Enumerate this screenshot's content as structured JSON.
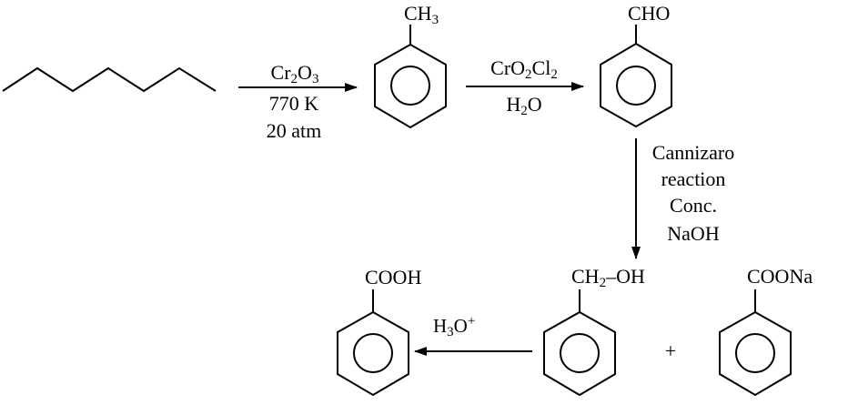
{
  "scheme": {
    "toluene_methyl": {
      "main": "CH",
      "sub": "3"
    },
    "benzaldehyde_group": "CHO",
    "step1": {
      "reagent": {
        "a": "Cr",
        "b": "2",
        "c": "O",
        "d": "3"
      },
      "temperature": "770 K",
      "pressure": "20 atm"
    },
    "step2": {
      "reagent": {
        "a": "CrO",
        "b": "2",
        "c": "Cl",
        "d": "2"
      },
      "solvent": {
        "a": "H",
        "b": "2",
        "c": "O"
      }
    },
    "step3": {
      "line1": "Cannizaro",
      "line2": "reaction",
      "line3": "Conc.",
      "line4": "NaOH"
    },
    "alcohol_group": {
      "a": "CH",
      "b": "2",
      "c": "–OH"
    },
    "salt_group": "COONa",
    "plus": "+",
    "step4": {
      "a": "H",
      "b": "3",
      "c": "O",
      "d": "+"
    },
    "acid_group": "COOH"
  }
}
